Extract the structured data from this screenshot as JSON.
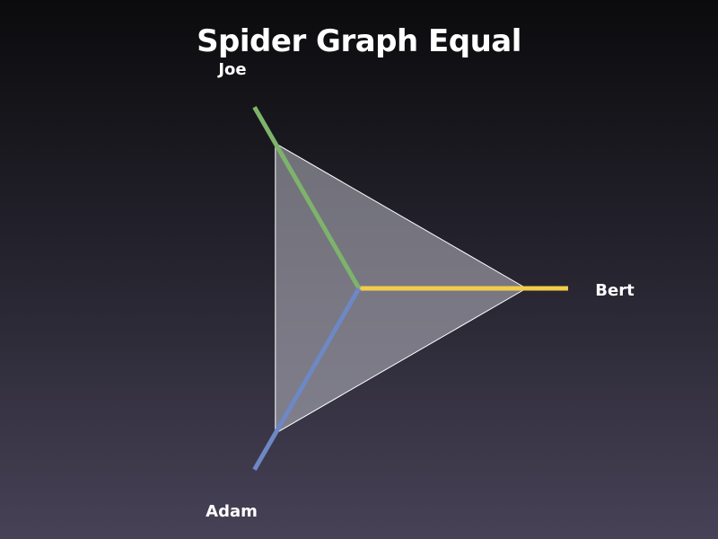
{
  "chart_data": {
    "type": "radar",
    "title": "Spider Graph Equal",
    "axes": [
      {
        "name": "Bert",
        "color": "#f2cc4a",
        "value": 1,
        "max": 1.25
      },
      {
        "name": "Joe",
        "color": "#7db36b",
        "value": 1,
        "max": 1.25
      },
      {
        "name": "Adam",
        "color": "#6d88c4",
        "value": 1,
        "max": 1.25
      }
    ],
    "series_fill": "#b9b9c4",
    "series_stroke": "#ffffff"
  }
}
